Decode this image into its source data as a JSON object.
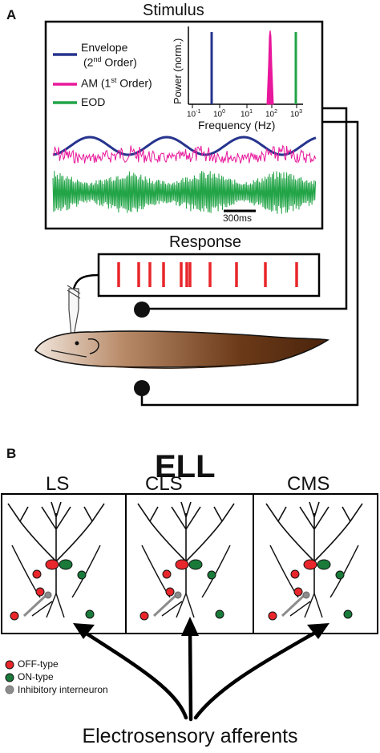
{
  "panel_a": {
    "letter": "A",
    "stimulus_title": "Stimulus",
    "legend": [
      {
        "id": "envelope",
        "line1": "Envelope",
        "line2_pre": "(2",
        "line2_sup": "nd",
        "line2_post": " Order)",
        "color": "#26348e"
      },
      {
        "id": "am",
        "line1_pre": "AM (1",
        "line1_sup": "st",
        "line1_post": " Order)",
        "color": "#e8179b"
      },
      {
        "id": "eod",
        "line1": "EOD",
        "color": "#22a447"
      }
    ],
    "inset": {
      "ylabel": "Power (norm.)",
      "xlabel": "Frequency (Hz)",
      "ticks": [
        {
          "base": "10",
          "exp": "-1"
        },
        {
          "base": "10",
          "exp": "0"
        },
        {
          "base": "10",
          "exp": "1"
        },
        {
          "base": "10",
          "exp": "2"
        },
        {
          "base": "10",
          "exp": "3"
        }
      ]
    },
    "scale_bar": "300ms",
    "response_title": "Response",
    "spike_color": "#e8262b"
  },
  "panel_b": {
    "letter": "B",
    "title": "ELL",
    "segments": [
      "LS",
      "CLS",
      "CMS"
    ],
    "legend": [
      {
        "label": "OFF-type",
        "color": "#e8262b"
      },
      {
        "label": "ON-type",
        "color": "#1a7a3a"
      },
      {
        "label": "Inhibitory interneuron",
        "color": "#8c8c8c"
      }
    ],
    "footer": "Electrosensory afferents"
  }
}
